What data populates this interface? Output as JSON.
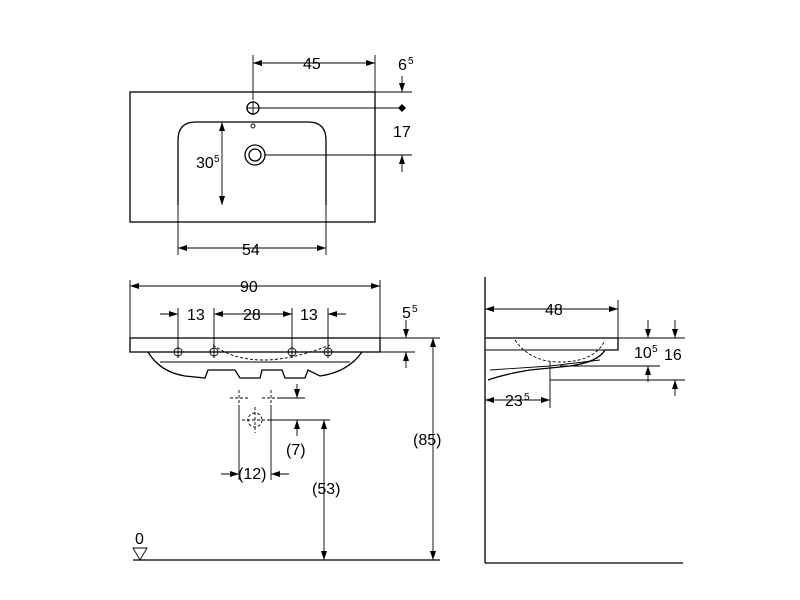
{
  "top_view": {
    "dim_tap_width": "45",
    "dim_rim_depth_main": "6",
    "dim_rim_depth_sup": "5",
    "dim_tap_to_drain": "17",
    "dim_bowl_depth_main": "30",
    "dim_bowl_depth_sup": "5",
    "dim_bowl_width": "54"
  },
  "front_view": {
    "dim_overall_width": "90",
    "dim_bracket_left": "13",
    "dim_bracket_middle": "28",
    "dim_bracket_right": "13",
    "dim_rim_thickness_main": "5",
    "dim_rim_thickness_sup": "5",
    "dim_waste_offset": "(7)",
    "dim_waste_spacing": "(12)",
    "dim_waste_height": "(53)",
    "dim_rim_height": "(85)",
    "floor_level": "0"
  },
  "side_view": {
    "dim_projection": "48",
    "dim_front_height_main": "10",
    "dim_front_height_sup": "5",
    "dim_back_height": "16",
    "dim_drain_offset_main": "23",
    "dim_drain_offset_sup": "5"
  }
}
